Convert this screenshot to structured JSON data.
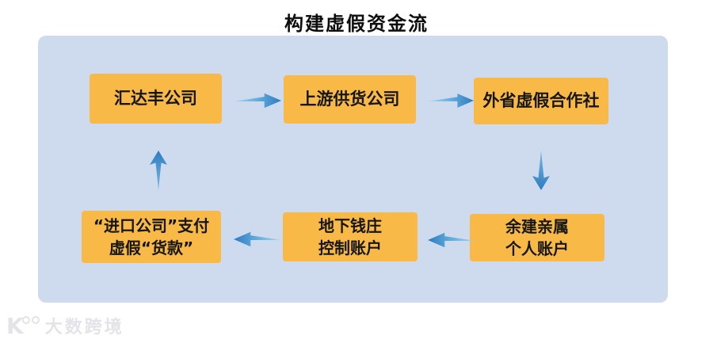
{
  "title": "构建虚假资金流",
  "boxes": [
    {
      "id": "huidafeng",
      "line1": "汇达丰公司"
    },
    {
      "id": "upstream",
      "line1": "上游供货公司"
    },
    {
      "id": "fake-coop",
      "line1": "外省虚假合作社"
    },
    {
      "id": "import-payment",
      "line1": "“进口公司”支付",
      "line2": "虚假“货款”"
    },
    {
      "id": "underground",
      "line1": "地下钱庄",
      "line2": "控制账户"
    },
    {
      "id": "relatives",
      "line1": "余建亲属",
      "line2": "个人账户"
    }
  ],
  "arrows": [
    {
      "from": "汇达丰公司",
      "to": "上游供货公司",
      "direction": "right"
    },
    {
      "from": "上游供货公司",
      "to": "外省虚假合作社",
      "direction": "right"
    },
    {
      "from": "外省虚假合作社",
      "to": "余建亲属 个人账户",
      "direction": "down"
    },
    {
      "from": "余建亲属 个人账户",
      "to": "地下钱庄 控制账户",
      "direction": "left"
    },
    {
      "from": "地下钱庄 控制账户",
      "to": "“进口公司”支付 虚假“货款”",
      "direction": "left"
    },
    {
      "from": "“进口公司”支付 虚假“货款”",
      "to": "汇达丰公司",
      "direction": "up"
    }
  ],
  "watermark": {
    "logo_glyph": "K",
    "text": "大数跨境"
  },
  "colors": {
    "panel_background": "#cedbee",
    "box_background": "#f8b946",
    "arrow_head_blue": "#2c7cc0",
    "arrow_tail_blue": "#a9d4ee",
    "title_text": "#0d0d0d",
    "box_text": "#161616",
    "watermark_gray": "#e4e4e8"
  }
}
